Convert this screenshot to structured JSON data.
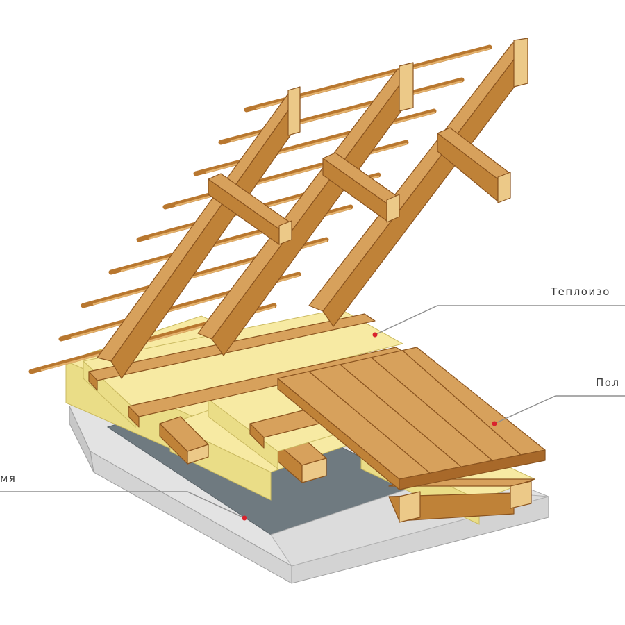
{
  "callouts": {
    "insulation": {
      "label": "Теплоизо"
    },
    "floor": {
      "label": "Пол"
    },
    "membrane": {
      "label": "мя"
    }
  },
  "colors": {
    "wood": "#d7a15c",
    "insulation": "#f7eaa3",
    "slab": "#d3d3d3",
    "membrane": "#6f7a80",
    "marker": "#d9232d"
  }
}
